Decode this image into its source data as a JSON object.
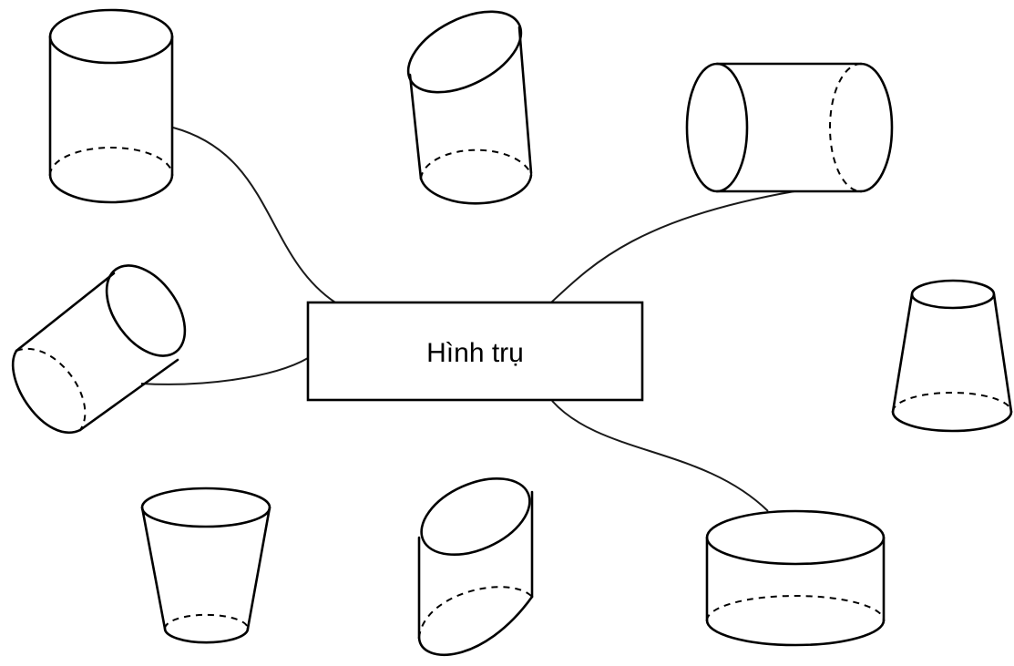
{
  "center_label": "Hình trụ",
  "shapes": [
    {
      "id": "shape-1",
      "kind": "cylinder",
      "orientation": "upright"
    },
    {
      "id": "shape-2",
      "kind": "oblique-cylinder",
      "orientation": "tilted"
    },
    {
      "id": "shape-3",
      "kind": "cylinder",
      "orientation": "horizontal"
    },
    {
      "id": "shape-4",
      "kind": "cylinder",
      "orientation": "tilted"
    },
    {
      "id": "shape-5",
      "kind": "frustum",
      "orientation": "narrow-top"
    },
    {
      "id": "shape-6",
      "kind": "frustum",
      "orientation": "wide-top"
    },
    {
      "id": "shape-7",
      "kind": "oblique-cylinder",
      "orientation": "slanted-ends"
    },
    {
      "id": "shape-8",
      "kind": "cylinder",
      "orientation": "short-wide"
    }
  ],
  "connected_shapes": [
    "shape-1",
    "shape-3",
    "shape-4",
    "shape-8"
  ]
}
